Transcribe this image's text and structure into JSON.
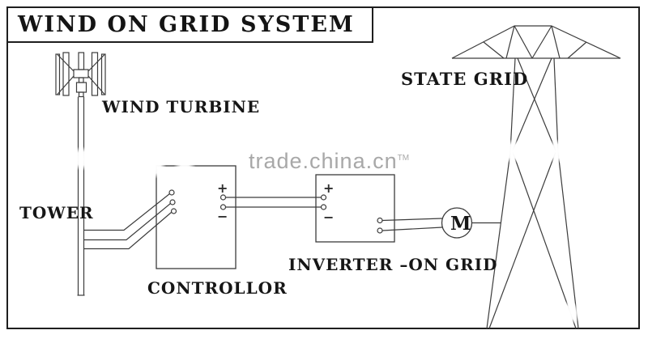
{
  "title": "WIND ON GRID SYSTEM",
  "labels": {
    "wind_turbine": "WIND TURBINE",
    "tower": "TOWER",
    "controller": "CONTROLLOR",
    "inverter": "INVERTER –ON GRID",
    "state_grid": "STATE GRID",
    "motor_letter": "M"
  },
  "terminals": {
    "controller_out_plus": "+",
    "controller_out_minus": "−",
    "inverter_in_plus": "+",
    "inverter_in_minus": "−"
  },
  "watermark": {
    "text": "trade.china.cn",
    "tm": "TM"
  },
  "colors": {
    "line": "#3c3c3c",
    "text": "#161616",
    "watermark": "#a8a8a8",
    "background": "#ffffff"
  }
}
